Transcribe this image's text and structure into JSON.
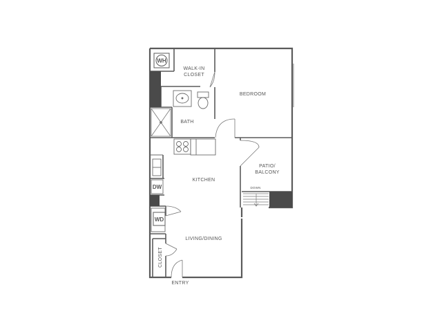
{
  "rooms": {
    "walk_in_closet_line1": "WALK-IN",
    "walk_in_closet_line2": "CLOSET",
    "bedroom": "BEDROOM",
    "bath": "BATH",
    "kitchen": "KITCHEN",
    "patio_line1": "PATIO/",
    "patio_line2": "BALCONY",
    "down": "DOWN",
    "living_dining": "LIVING/DINING",
    "closet": "CLOSET",
    "entry": "ENTRY"
  },
  "appliances": {
    "water_heater": "WH",
    "dishwasher": "DW",
    "washer_dryer": "WD"
  },
  "colors": {
    "wall": "#5a5a5a",
    "fill_dark": "#4a4a4a",
    "line": "#777777"
  }
}
